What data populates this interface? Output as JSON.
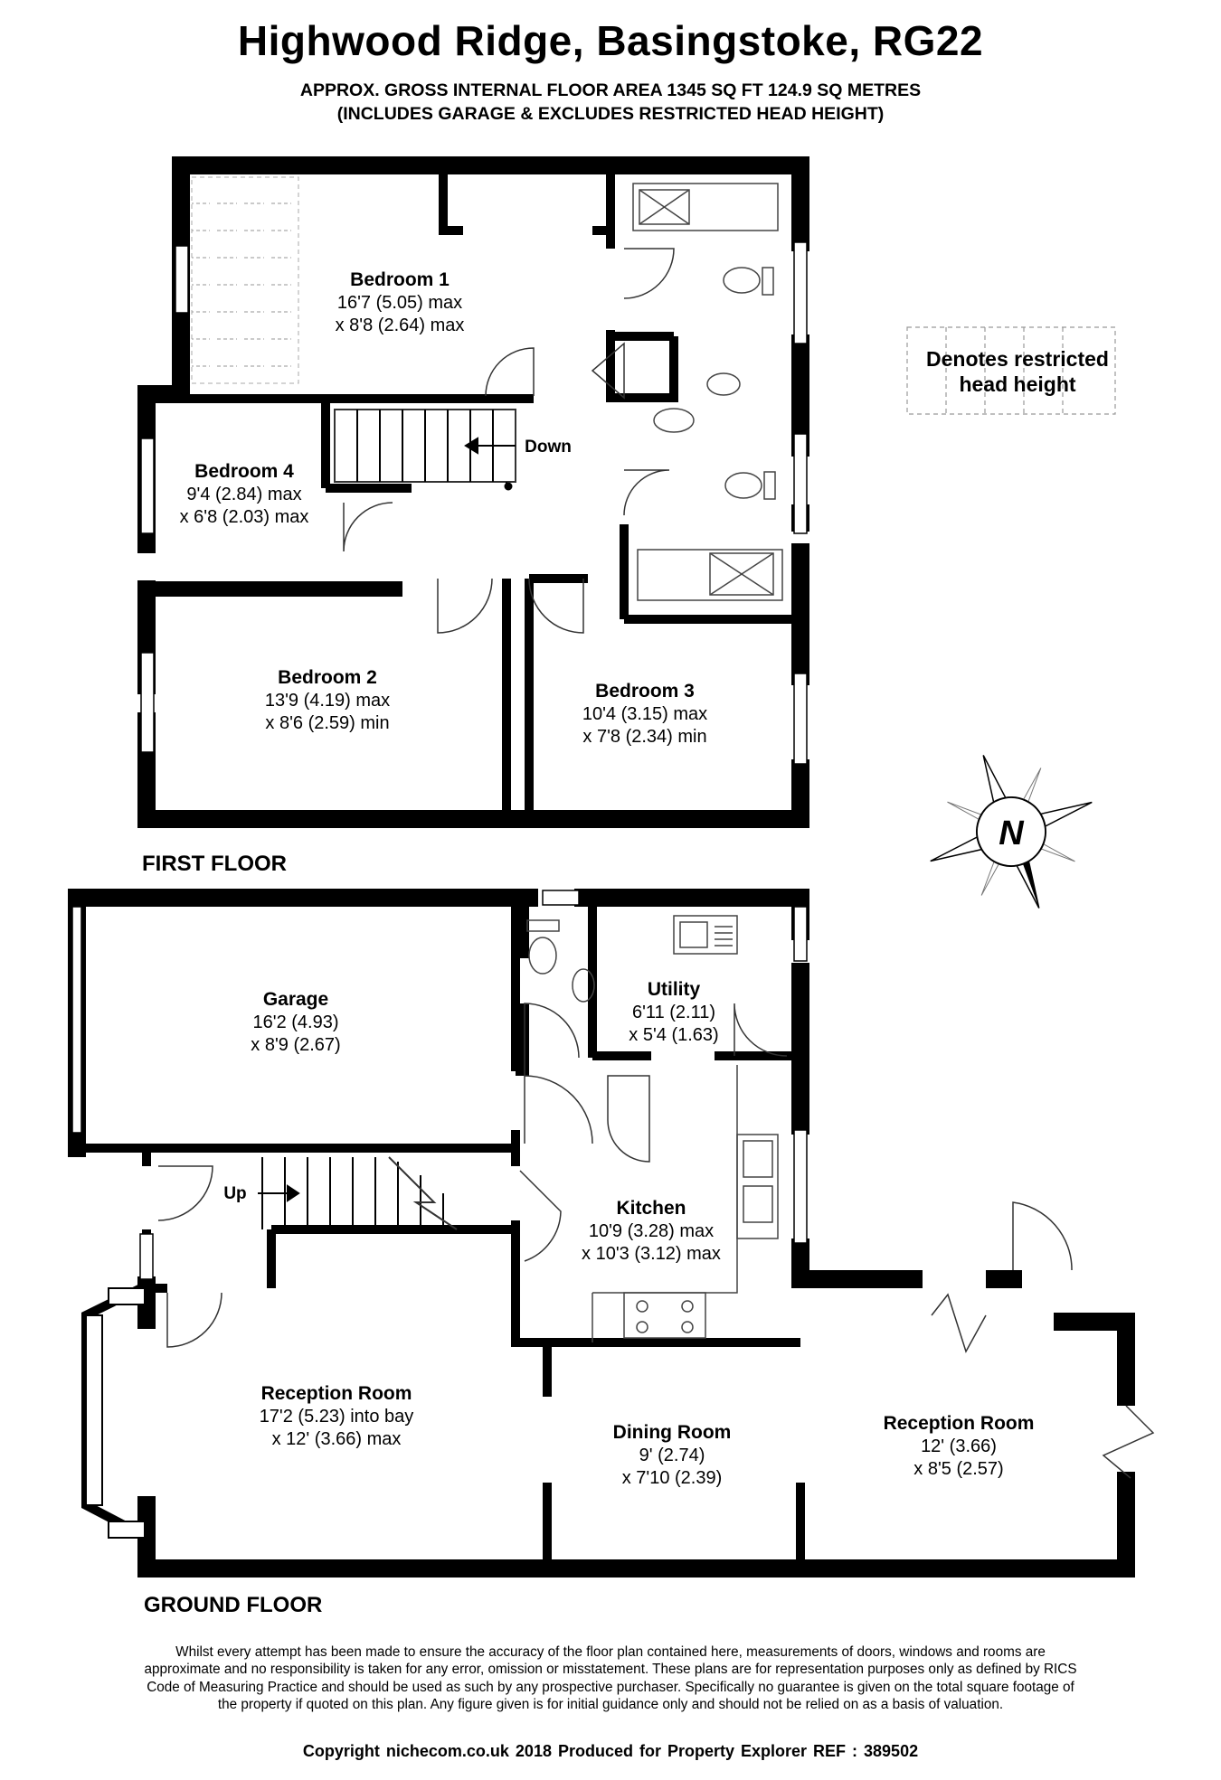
{
  "title": "Highwood Ridge, Basingstoke, RG22",
  "area_line_1": "APPROX. GROSS INTERNAL FLOOR AREA 1345 SQ FT 124.9 SQ METRES",
  "area_line_2": "(INCLUDES GARAGE & EXCLUDES RESTRICTED HEAD HEIGHT)",
  "legend": {
    "line1": "Denotes restricted",
    "line2": "head height"
  },
  "compass_label": "N",
  "first_floor": {
    "label": "FIRST FLOOR",
    "stair_label": "Down",
    "rooms": {
      "bedroom1": {
        "name": "Bedroom 1",
        "dim1": "16'7 (5.05) max",
        "dim2": "x 8'8 (2.64) max"
      },
      "bedroom4": {
        "name": "Bedroom 4",
        "dim1": "9'4 (2.84) max",
        "dim2": "x 6'8 (2.03) max"
      },
      "bedroom2": {
        "name": "Bedroom 2",
        "dim1": "13'9 (4.19) max",
        "dim2": "x 8'6 (2.59) min"
      },
      "bedroom3": {
        "name": "Bedroom 3",
        "dim1": "10'4 (3.15) max",
        "dim2": "x 7'8 (2.34) min"
      }
    }
  },
  "ground_floor": {
    "label": "GROUND FLOOR",
    "stair_label": "Up",
    "rooms": {
      "garage": {
        "name": "Garage",
        "dim1": "16'2 (4.93)",
        "dim2": "x 8'9 (2.67)"
      },
      "utility": {
        "name": "Utility",
        "dim1": "6'11 (2.11)",
        "dim2": "x 5'4 (1.63)"
      },
      "kitchen": {
        "name": "Kitchen",
        "dim1": "10'9 (3.28) max",
        "dim2": "x 10'3 (3.12) max"
      },
      "reception1": {
        "name": "Reception Room",
        "dim1": "17'2 (5.23) into bay",
        "dim2": "x 12' (3.66) max"
      },
      "dining": {
        "name": "Dining Room",
        "dim1": "9' (2.74)",
        "dim2": "x 7'10 (2.39)"
      },
      "reception2": {
        "name": "Reception Room",
        "dim1": "12' (3.66)",
        "dim2": "x 8'5 (2.57)"
      }
    }
  },
  "disclaimer": "Whilst every attempt has been made to ensure the accuracy of the floor plan contained here, measurements of doors, windows and rooms are approximate and no responsibility is taken for any error, omission or misstatement. These plans are for representation purposes only as defined by RICS Code of Measuring Practice and should be used as such by any prospective purchaser. Specifically no guarantee is given on the total square footage of the property if quoted on this plan. Any figure given is for initial guidance only and should not be relied on as a basis of valuation.",
  "copyright": "Copyright nichecom.co.uk 2018   Produced for Property Explorer   REF :  389502",
  "colors": {
    "wall": "#000000",
    "fixture": "#555555",
    "hatch": "#aaaaaa",
    "background": "#ffffff"
  }
}
